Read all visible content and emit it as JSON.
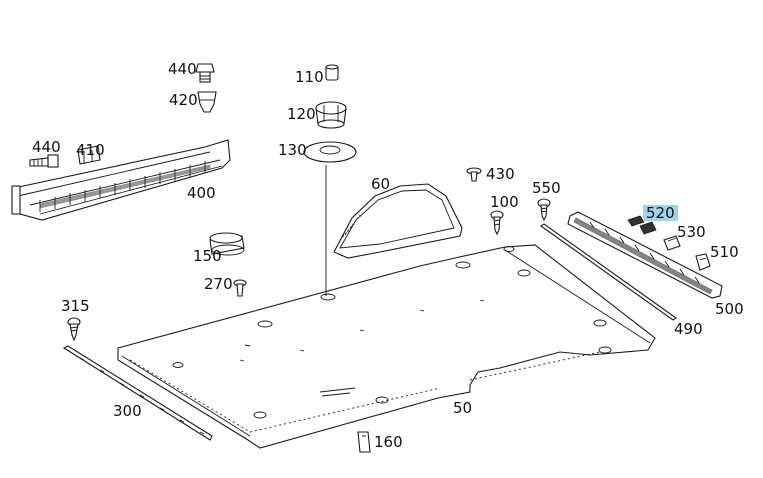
{
  "diagram": {
    "callouts": {
      "c440a": "440",
      "c420": "420",
      "c110": "110",
      "c120": "120",
      "c130": "130",
      "c440b": "440",
      "c410": "410",
      "c400": "400",
      "c60": "60",
      "c430": "430",
      "c550": "550",
      "c100": "100",
      "c520": "520",
      "c530": "530",
      "c510": "510",
      "c150": "150",
      "c270": "270",
      "c315": "315",
      "c500": "500",
      "c490": "490",
      "c300": "300",
      "c50": "50",
      "c160": "160"
    },
    "highlight_color": "#9fd3ea"
  }
}
